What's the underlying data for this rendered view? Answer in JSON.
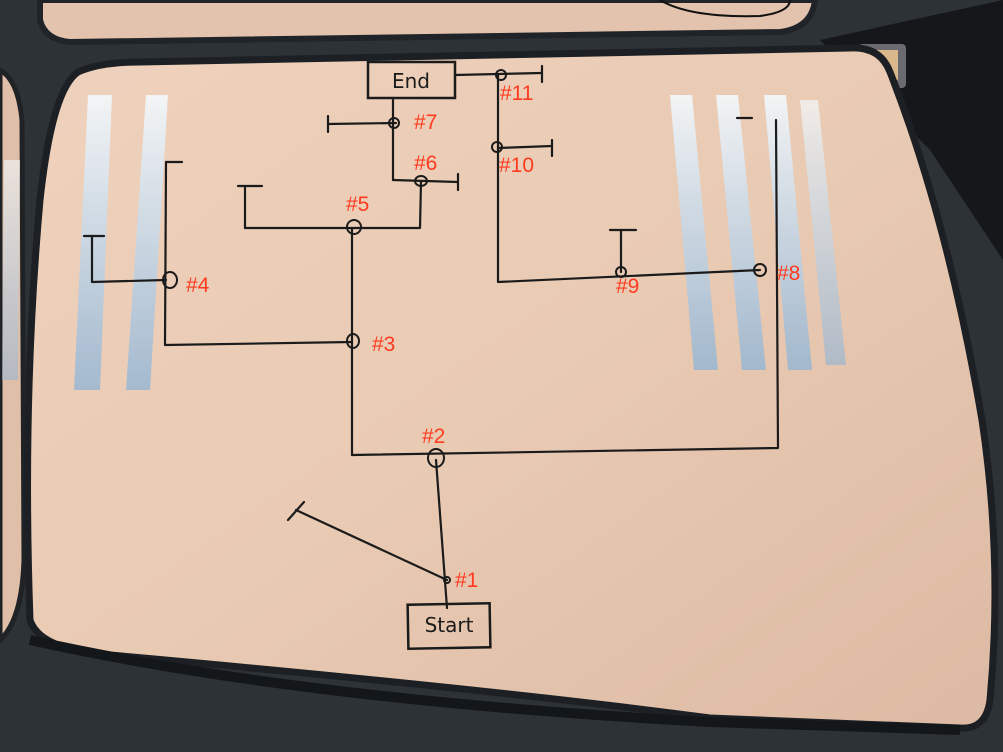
{
  "boxes": {
    "start": "Start",
    "end": "End"
  },
  "nodes": [
    {
      "id": "n1",
      "label": "#1"
    },
    {
      "id": "n2",
      "label": "#2"
    },
    {
      "id": "n3",
      "label": "#3"
    },
    {
      "id": "n4",
      "label": "#4"
    },
    {
      "id": "n5",
      "label": "#5"
    },
    {
      "id": "n6",
      "label": "#6"
    },
    {
      "id": "n7",
      "label": "#7"
    },
    {
      "id": "n8",
      "label": "#8"
    },
    {
      "id": "n9",
      "label": "#9"
    },
    {
      "id": "n10",
      "label": "#10"
    },
    {
      "id": "n11",
      "label": "#11"
    }
  ],
  "colors": {
    "desk": "#e9cbb5",
    "ink": "#1b1b1b",
    "label": "#ff3b1f",
    "floor": "#2b2f33"
  }
}
